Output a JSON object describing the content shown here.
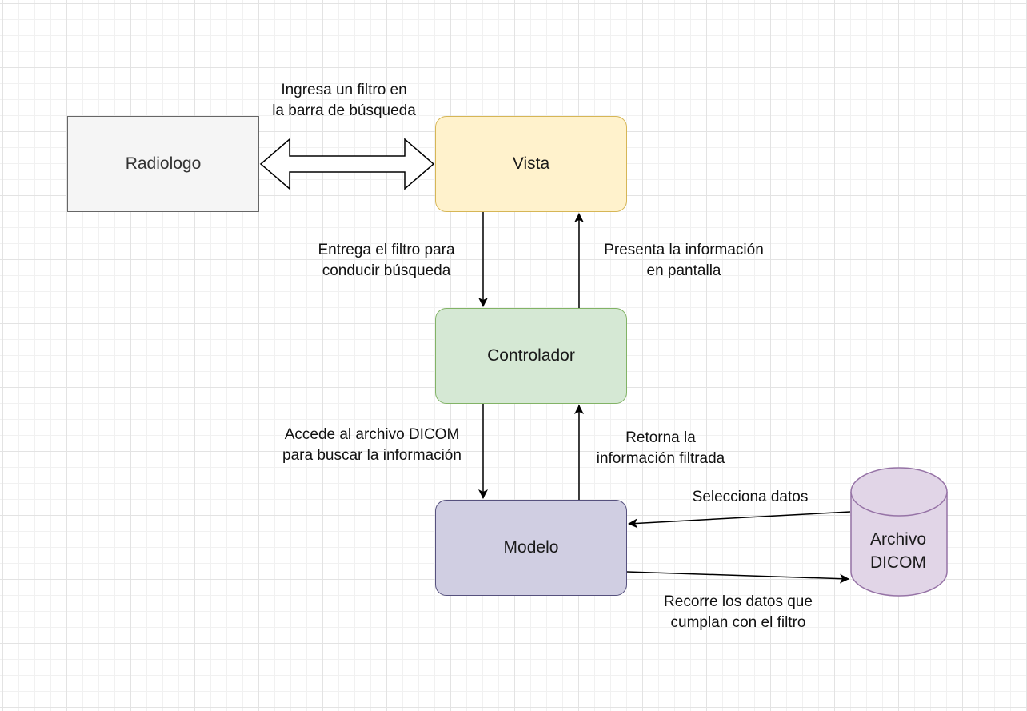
{
  "nodes": {
    "radiologo": "Radiologo",
    "vista": "Vista",
    "controlador": "Controlador",
    "modelo": "Modelo",
    "archivo_dicom": [
      "Archivo",
      "DICOM"
    ]
  },
  "edge_labels": {
    "radiologo_vista": [
      "Ingresa un filtro en",
      "la barra de búsqueda"
    ],
    "vista_controlador": [
      "Entrega el filtro para",
      "conducir búsqueda"
    ],
    "controlador_vista": [
      "Presenta la información",
      "en pantalla"
    ],
    "controlador_modelo": [
      "Accede al archivo DICOM",
      "para buscar la información"
    ],
    "modelo_controlador": [
      "Retorna la",
      "información filtrada"
    ],
    "dicom_modelo": "Selecciona datos",
    "modelo_dicom": [
      "Recorre los datos que",
      "cumplan con el filtro"
    ]
  },
  "colors": {
    "radiologo_fill": "#f5f5f5",
    "vista_fill": "#fff2cc",
    "controlador_fill": "#d5e8d4",
    "modelo_fill": "#d0cee2",
    "dicom_fill": "#e1d5e7",
    "dicom_stroke": "#9673a6"
  }
}
